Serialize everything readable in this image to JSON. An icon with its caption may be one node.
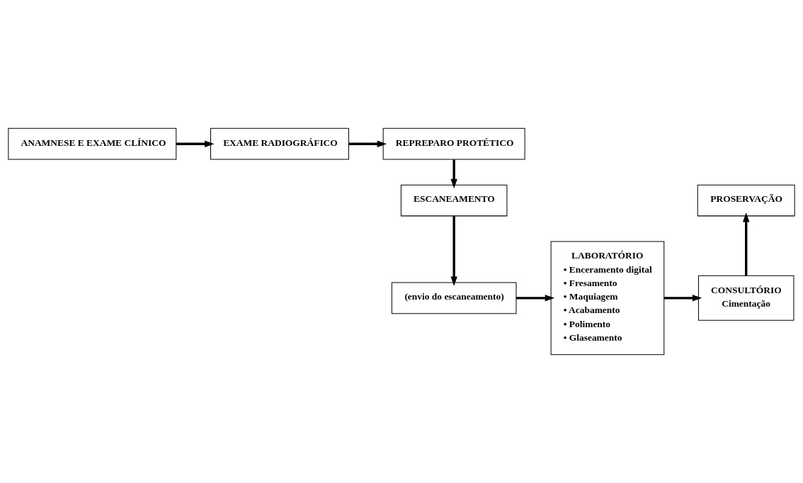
{
  "diagram": {
    "nodes": [
      {
        "text": [
          "ANAMNESE E EXAME CLÍNICO"
        ]
      },
      {
        "text": [
          "EXAME RADIOGRÁFICO"
        ]
      },
      {
        "text": [
          "REPREPARO PROTÉTICO"
        ]
      },
      {
        "text": [
          "ESCANEAMENTO"
        ]
      },
      {
        "text": [
          "(envio do escaneamento)"
        ]
      },
      {
        "text": [
          "LABORATÓRIO",
          "• Enceramento digital",
          "• Fresamento",
          "• Maquiagem",
          "• Acabamento",
          "• Polimento",
          "• Glaseamento"
        ]
      },
      {
        "text": [
          "CONSULTÓRIO",
          "Cimentação"
        ]
      },
      {
        "text": [
          "PROSERVAÇÃO"
        ]
      }
    ],
    "edges": [
      {
        "from": 0,
        "to": 1,
        "arrow": "to"
      },
      {
        "from": 1,
        "to": 2,
        "arrow": "to"
      },
      {
        "from": 2,
        "to": 3,
        "arrow": "to"
      },
      {
        "from": 3,
        "to": 4,
        "arrow": "to"
      },
      {
        "from": 4,
        "to": 5,
        "arrow": "to"
      },
      {
        "from": 5,
        "to": 6,
        "arrow": "to"
      },
      {
        "from": 6,
        "to": 7,
        "arrow": "to"
      }
    ]
  }
}
